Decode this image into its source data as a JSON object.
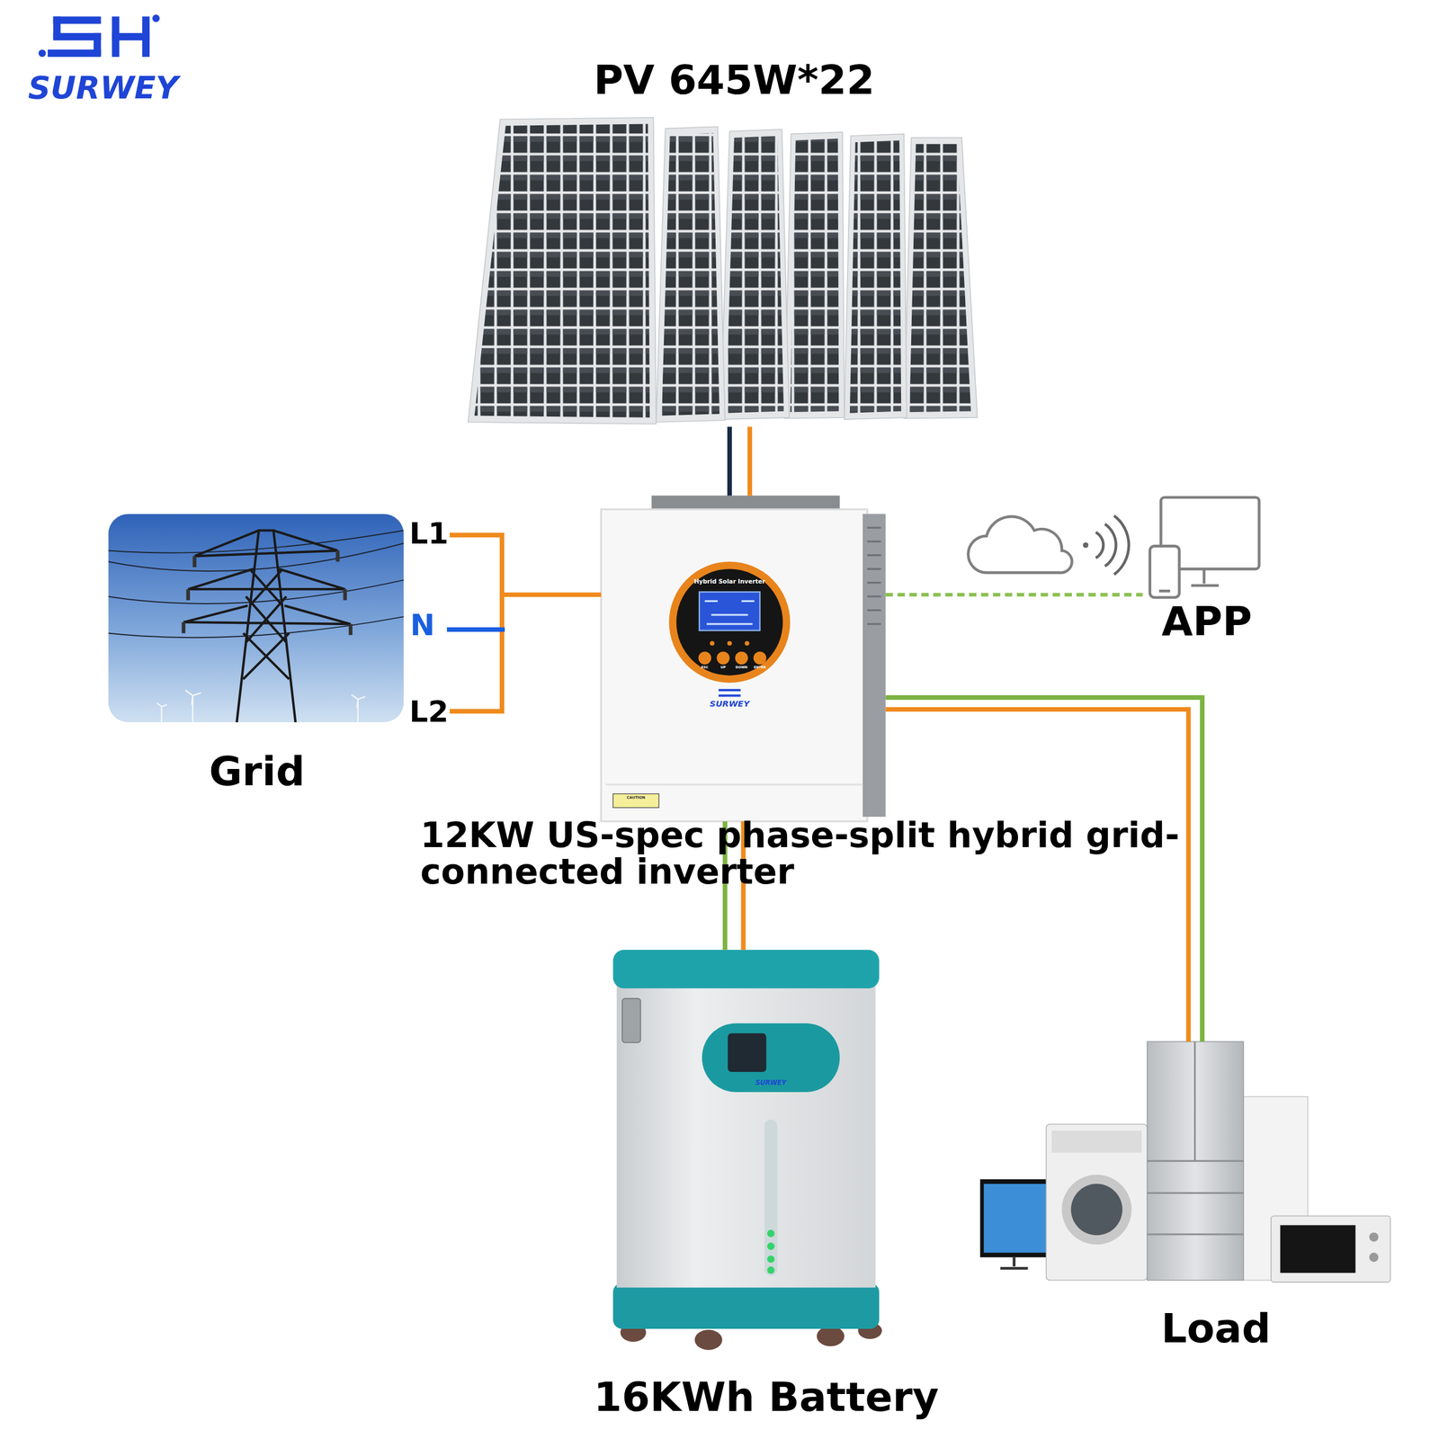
{
  "diagram": {
    "nodes": [
      {
        "text": [
          "PV 645W*22"
        ]
      },
      {
        "text": [
          "Grid"
        ]
      },
      {
        "text": [
          "12KW US-spec phase-split hybrid grid-connected inverter"
        ]
      },
      {
        "text": [
          "APP"
        ]
      },
      {
        "text": [
          "16KWh Battery"
        ]
      },
      {
        "text": [
          "Load"
        ]
      }
    ],
    "edges": [
      {
        "from": 0,
        "to": 2,
        "arrow": "none"
      },
      {
        "from": 1,
        "to": 2,
        "arrow": "none"
      },
      {
        "from": 2,
        "to": 3,
        "arrow": "none"
      },
      {
        "from": 2,
        "to": 4,
        "arrow": "none"
      },
      {
        "from": 2,
        "to": 5,
        "arrow": "none"
      }
    ],
    "labels": [
      "SURWEY",
      "L1",
      "N",
      "L2",
      "Hybrid Solar Inverter",
      "ESC",
      "UP",
      "DOWN",
      "ENTER",
      "SURWEY",
      "CAUTION",
      "SURWEY"
    ]
  }
}
